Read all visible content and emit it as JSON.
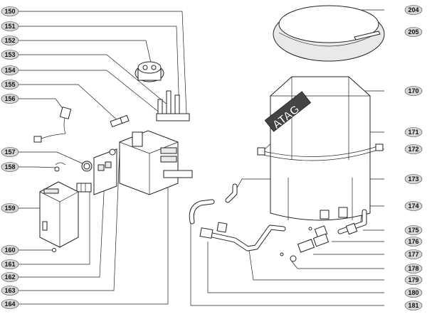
{
  "diagram": {
    "brand_mark": "ATAG",
    "left_callouts": [
      "150",
      "151",
      "152",
      "153",
      "154",
      "155",
      "156",
      "157",
      "158",
      "159",
      "160",
      "161",
      "162",
      "163",
      "164"
    ],
    "right_callouts": [
      "204",
      "205",
      "170",
      "171",
      "172",
      "173",
      "174",
      "175",
      "176",
      "177",
      "178",
      "179",
      "180",
      "181"
    ]
  }
}
